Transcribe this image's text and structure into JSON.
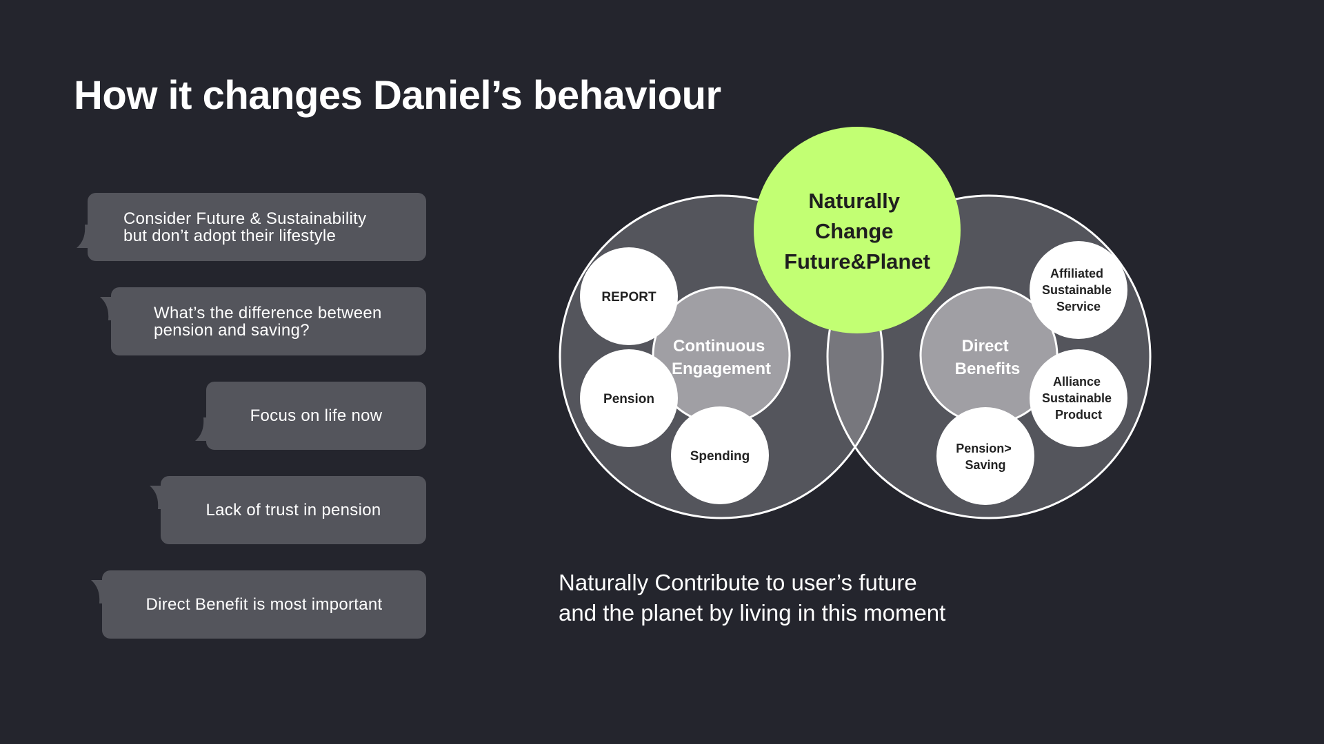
{
  "title": "How it changes Daniel’s behaviour",
  "bubbles": [
    {
      "text": "Consider Future & Sustainability\nbut don’t adopt their lifestyle"
    },
    {
      "text": "What’s the difference between\npension and saving?"
    },
    {
      "text": "Focus on life now"
    },
    {
      "text": "Lack of trust in pension"
    },
    {
      "text": "Direct Benefit is most important"
    }
  ],
  "diagram": {
    "center": [
      "Naturally",
      "Change",
      "Future&Planet"
    ],
    "left_group": {
      "label": [
        "Continuous",
        "Engagement"
      ],
      "items": [
        {
          "lines": [
            "REPORT"
          ]
        },
        {
          "lines": [
            "Pension"
          ]
        },
        {
          "lines": [
            "Spending"
          ]
        }
      ]
    },
    "right_group": {
      "label": [
        "Direct",
        "Benefits"
      ],
      "items": [
        {
          "lines": [
            "Affiliated",
            "Sustainable",
            "Service"
          ]
        },
        {
          "lines": [
            "Alliance",
            "Sustainable",
            "Product"
          ]
        },
        {
          "lines": [
            "Pension>",
            "Saving"
          ]
        }
      ]
    },
    "colors": {
      "background": "#24252d",
      "outer_circle": "#54555c",
      "overlap": "#77777d",
      "inner_circle": "#a09fa4",
      "item_circle": "#ffffff",
      "center_circle": "#c2ff73"
    }
  },
  "caption": "Naturally Contribute to user’s future\nand the planet by living in this moment"
}
